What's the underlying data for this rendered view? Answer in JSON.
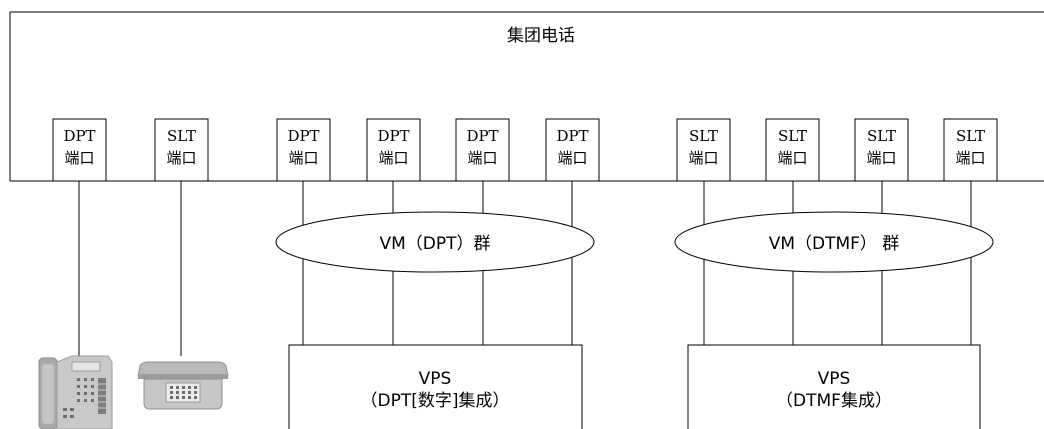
{
  "pbx": {
    "title": "集团电话"
  },
  "ports": [
    {
      "type": "DPT",
      "label": "端口"
    },
    {
      "type": "SLT",
      "label": "端口"
    },
    {
      "type": "DPT",
      "label": "端口"
    },
    {
      "type": "DPT",
      "label": "端口"
    },
    {
      "type": "DPT",
      "label": "端口"
    },
    {
      "type": "DPT",
      "label": "端口"
    },
    {
      "type": "SLT",
      "label": "端口"
    },
    {
      "type": "SLT",
      "label": "端口"
    },
    {
      "type": "SLT",
      "label": "端口"
    },
    {
      "type": "SLT",
      "label": "端口"
    }
  ],
  "groups": [
    {
      "label": "VM（DPT）群"
    },
    {
      "label": "VM（DTMF） 群"
    }
  ],
  "vps": [
    {
      "title": "VPS",
      "subtitle": "（DPT[数字]集成）"
    },
    {
      "title": "VPS",
      "subtitle": "（DTMF集成）"
    }
  ],
  "devices": [
    {
      "icon": "digital-phone-icon"
    },
    {
      "icon": "analog-phone-icon"
    }
  ],
  "colors": {
    "line": "#000000",
    "device_gray": "#b5b5b5",
    "device_dark": "#7d7d7d"
  }
}
